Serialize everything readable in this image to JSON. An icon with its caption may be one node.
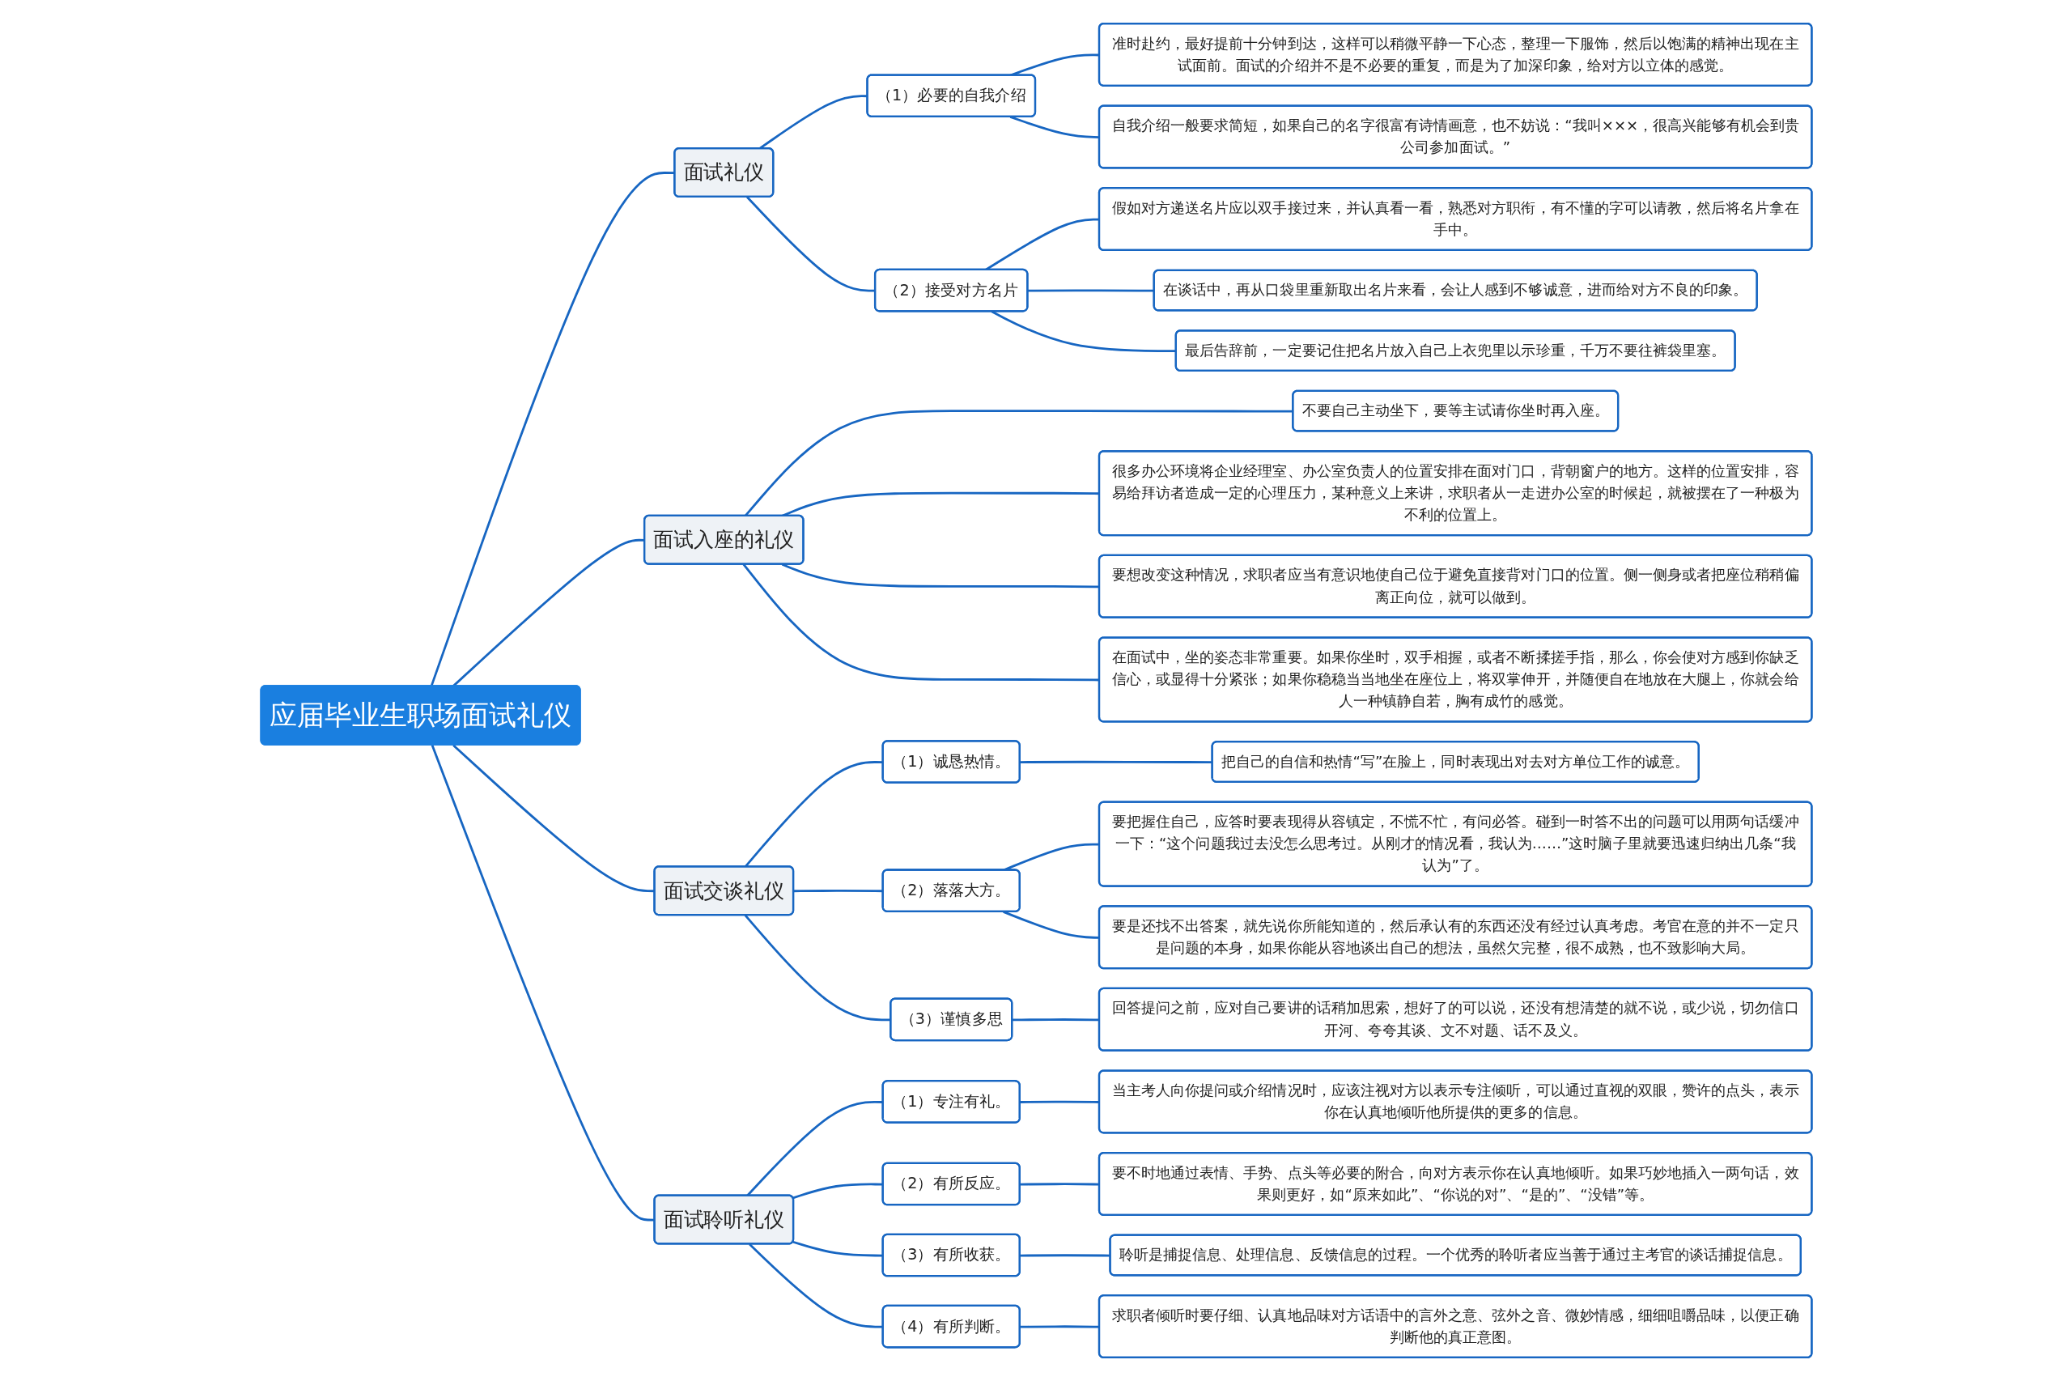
{
  "diagram": {
    "nodes": [
      {
        "text": [
          "应届毕业生职场面试礼仪"
        ]
      },
      {
        "text": [
          "面试礼仪"
        ]
      },
      {
        "text": [
          "（1）必要的自我介绍"
        ]
      },
      {
        "text": [
          "准时赴约，最好提前十分钟到达，这样可以稍微平静一下心态，整理一下服饰，然后以饱满的精神出现在主试面前。面试的介绍并不是不必要的重复，而是为了加深印象，给对方以立体的感觉。"
        ]
      },
      {
        "text": [
          "自我介绍一般要求简短，如果自己的名字很富有诗情画意，也不妨说：“我叫×××，很高兴能够有机会到贵公司参加面试。”"
        ]
      },
      {
        "text": [
          "（2）接受对方名片"
        ]
      },
      {
        "text": [
          "假如对方递送名片应以双手接过来，并认真看一看，熟悉对方职衔，有不懂的字可以请教，然后将名片拿在手中。"
        ]
      },
      {
        "text": [
          "在谈话中，再从口袋里重新取出名片来看，会让人感到不够诚意，进而给对方不良的印象。"
        ]
      },
      {
        "text": [
          "最后告辞前，一定要记住把名片放入自己上衣兜里以示珍重，千万不要往裤袋里塞。"
        ]
      },
      {
        "text": [
          "面试入座的礼仪"
        ]
      },
      {
        "text": [
          "不要自己主动坐下，要等主试请你坐时再入座。"
        ]
      },
      {
        "text": [
          "很多办公环境将企业经理室、办公室负责人的位置安排在面对门口，背朝窗户的地方。这样的位置安排，容易给拜访者造成一定的心理压力，某种意义上来讲，求职者从一走进办公室的时候起，就被摆在了一种极为不利的位置上。"
        ]
      },
      {
        "text": [
          "要想改变这种情况，求职者应当有意识地使自己位于避免直接背对门口的位置。侧一侧身或者把座位稍稍偏离正向位，就可以做到。"
        ]
      },
      {
        "text": [
          "在面试中，坐的姿态非常重要。如果你坐时，双手相握，或者不断揉搓手指，那么，你会使对方感到你缺乏信心，或显得十分紧张；如果你稳稳当当地坐在座位上，将双掌伸开，并随便自在地放在大腿上，你就会给人一种镇静自若，胸有成竹的感觉。"
        ]
      },
      {
        "text": [
          "面试交谈礼仪"
        ]
      },
      {
        "text": [
          "（1）诚恳热情。"
        ]
      },
      {
        "text": [
          "把自己的自信和热情“写”在脸上，同时表现出对去对方单位工作的诚意。"
        ]
      },
      {
        "text": [
          "（2）落落大方。"
        ]
      },
      {
        "text": [
          "要把握住自己，应答时要表现得从容镇定，不慌不忙，有问必答。碰到一时答不出的问题可以用两句话缓冲一下：“这个问题我过去没怎么思考过。从刚才的情况看，我认为……”这时脑子里就要迅速归纳出几条“我认为”了。"
        ]
      },
      {
        "text": [
          "要是还找不出答案，就先说你所能知道的，然后承认有的东西还没有经过认真考虑。考官在意的并不一定只是问题的本身，如果你能从容地谈出自己的想法，虽然欠完整，很不成熟，也不致影响大局。"
        ]
      },
      {
        "text": [
          "（3）谨慎多思"
        ]
      },
      {
        "text": [
          "回答提问之前，应对自己要讲的话稍加思索，想好了的可以说，还没有想清楚的就不说，或少说，切勿信口开河、夸夸其谈、文不对题、话不及义。"
        ]
      },
      {
        "text": [
          "面试聆听礼仪"
        ]
      },
      {
        "text": [
          "（1）专注有礼。"
        ]
      },
      {
        "text": [
          "当主考人向你提问或介绍情况时，应该注视对方以表示专注倾听，可以通过直视的双眼，赞许的点头，表示你在认真地倾听他所提供的更多的信息。"
        ]
      },
      {
        "text": [
          "（2）有所反应。"
        ]
      },
      {
        "text": [
          "要不时地通过表情、手势、点头等必要的附合，向对方表示你在认真地倾听。如果巧妙地插入一两句话，效果则更好，如“原来如此”、“你说的对”、“是的”、“没错”等。"
        ]
      },
      {
        "text": [
          "（3）有所收获。"
        ]
      },
      {
        "text": [
          "聆听是捕捉信息、处理信息、反馈信息的过程。一个优秀的聆听者应当善于通过主考官的谈话捕捉信息。"
        ]
      },
      {
        "text": [
          "（4）有所判断。"
        ]
      },
      {
        "text": [
          "求职者倾听时要仔细、认真地品味对方话语中的言外之意、弦外之音、微妙情感，细细咀嚼品味，以便正确判断他的真正意图。"
        ]
      }
    ],
    "edges": [
      {
        "from": 0,
        "to": 1,
        "arrow": "none"
      },
      {
        "from": 1,
        "to": 2,
        "arrow": "none"
      },
      {
        "from": 2,
        "to": 3,
        "arrow": "none"
      },
      {
        "from": 2,
        "to": 4,
        "arrow": "none"
      },
      {
        "from": 1,
        "to": 5,
        "arrow": "none"
      },
      {
        "from": 5,
        "to": 6,
        "arrow": "none"
      },
      {
        "from": 5,
        "to": 7,
        "arrow": "none"
      },
      {
        "from": 5,
        "to": 8,
        "arrow": "none"
      },
      {
        "from": 0,
        "to": 9,
        "arrow": "none"
      },
      {
        "from": 9,
        "to": 10,
        "arrow": "none"
      },
      {
        "from": 9,
        "to": 11,
        "arrow": "none"
      },
      {
        "from": 9,
        "to": 12,
        "arrow": "none"
      },
      {
        "from": 9,
        "to": 13,
        "arrow": "none"
      },
      {
        "from": 0,
        "to": 14,
        "arrow": "none"
      },
      {
        "from": 14,
        "to": 15,
        "arrow": "none"
      },
      {
        "from": 15,
        "to": 16,
        "arrow": "none"
      },
      {
        "from": 14,
        "to": 17,
        "arrow": "none"
      },
      {
        "from": 17,
        "to": 18,
        "arrow": "none"
      },
      {
        "from": 17,
        "to": 19,
        "arrow": "none"
      },
      {
        "from": 14,
        "to": 20,
        "arrow": "none"
      },
      {
        "from": 20,
        "to": 21,
        "arrow": "none"
      },
      {
        "from": 0,
        "to": 22,
        "arrow": "none"
      },
      {
        "from": 22,
        "to": 23,
        "arrow": "none"
      },
      {
        "from": 23,
        "to": 24,
        "arrow": "none"
      },
      {
        "from": 22,
        "to": 25,
        "arrow": "none"
      },
      {
        "from": 25,
        "to": 26,
        "arrow": "none"
      },
      {
        "from": 22,
        "to": 27,
        "arrow": "none"
      },
      {
        "from": 27,
        "to": 28,
        "arrow": "none"
      },
      {
        "from": 22,
        "to": 29,
        "arrow": "none"
      },
      {
        "from": 29,
        "to": 30,
        "arrow": "none"
      }
    ]
  }
}
